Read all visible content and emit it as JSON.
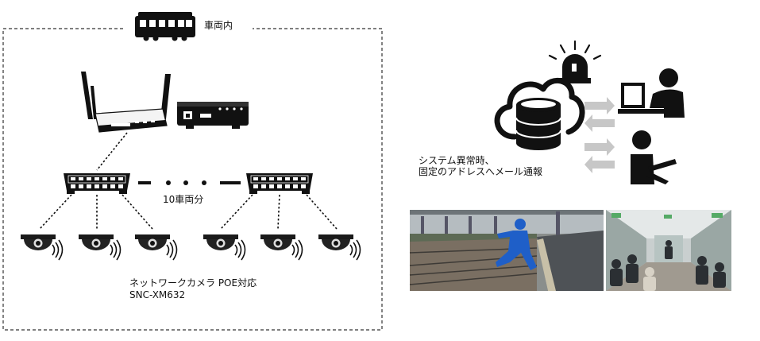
{
  "labels": {
    "train": "車両内",
    "cars": "10車両分",
    "camera_line1": "ネットワークカメラ POE対応",
    "camera_line2": "SNC-XM632",
    "alert_line1": "システム異常時、",
    "alert_line2": "固定のアドレスへメール通報"
  },
  "icons": {
    "train": "train-icon",
    "router": "lte-router-icon",
    "recorder": "recorder-box-icon",
    "switch": "poe-switch-icon",
    "camera": "dome-camera-icon",
    "cloud": "cloud-database-icon",
    "siren": "siren-alarm-icon",
    "pc_user": "pc-user-icon",
    "tablet_user": "tablet-user-icon",
    "sync": "sync-arrows-icon"
  },
  "photos": {
    "platform": "platform-intruder-photo",
    "car_interior": "train-interior-photo"
  },
  "colors": {
    "ink": "#111111",
    "border": "#333333",
    "intruder": "#1f5fc8"
  }
}
